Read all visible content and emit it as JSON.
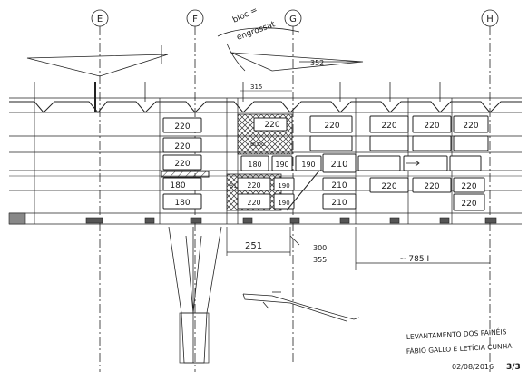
{
  "grid_axes": [
    "E",
    "F",
    "G",
    "H"
  ],
  "notes": {
    "annotation_top": [
      "bloc =",
      "engrossat"
    ],
    "dim_top_right": "352",
    "dim_top_small": "315"
  },
  "blocks": {
    "col_f": [
      "220",
      "220",
      "220",
      "180",
      "180"
    ],
    "row_upper": [
      "220",
      "220",
      "220",
      "220",
      "220"
    ],
    "row_mid": [
      "180",
      "190",
      "190",
      "210",
      "210"
    ],
    "row_low": [
      "220",
      "220",
      "190",
      "190",
      "210",
      "220",
      "220",
      "220",
      "220"
    ],
    "small_tags": [
      "BLOC",
      "B1"
    ]
  },
  "dimensions": {
    "bottom_left": "251",
    "bottom_mid_1": "300",
    "bottom_mid_2": "355",
    "bottom_right": "~ 785 I"
  },
  "title_block": {
    "line1": "LEVANTAMENTO DOS PAINÉIS",
    "line2": "FÁBIO GALLO E LETÍCIA CUNHA",
    "date": "02/08/2016",
    "sheet": "3/3"
  }
}
